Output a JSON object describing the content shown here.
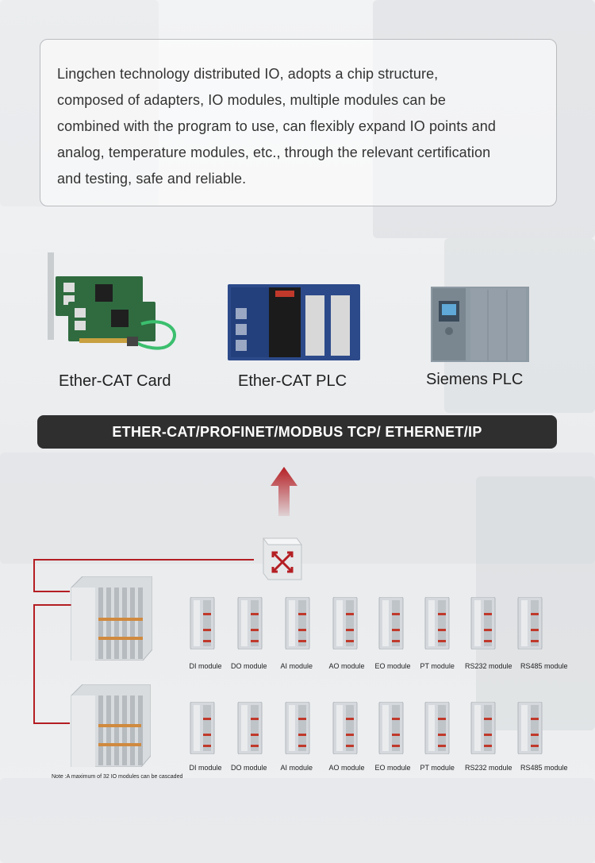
{
  "intro": {
    "lines": [
      "Lingchen technology distributed IO, adopts a chip structure,",
      "composed of adapters, IO modules, multiple modules can be",
      "combined with the program to use, can flexibly expand IO points and",
      "analog, temperature modules, etc., through the relevant certification",
      "and testing, safe and reliable."
    ]
  },
  "products": [
    {
      "label": "Ether-CAT Card"
    },
    {
      "label": "Ether-CAT PLC"
    },
    {
      "label": "Siemens PLC"
    }
  ],
  "protocol_bar": {
    "label": "ETHER-CAT/PROFINET/MODBUS TCP/ ETHERNET/IP"
  },
  "modules_row1": [
    "DI module",
    "DO module",
    "AI module",
    "AO module",
    "EO module",
    "PT module",
    "RS232 module",
    "RS485 module"
  ],
  "modules_row2": [
    "DI module",
    "DO module",
    "AI module",
    "AO module",
    "EO module",
    "PT module",
    "RS232 module",
    "RS485 module"
  ],
  "note": "Note :A maximum of 32 IO modules can be cascaded",
  "colors": {
    "accent_red": "#b41e23",
    "bar_bg": "#2f2f30",
    "plc_blue": "#2c4a8a",
    "siemens_gray": "#8e9aa4"
  }
}
